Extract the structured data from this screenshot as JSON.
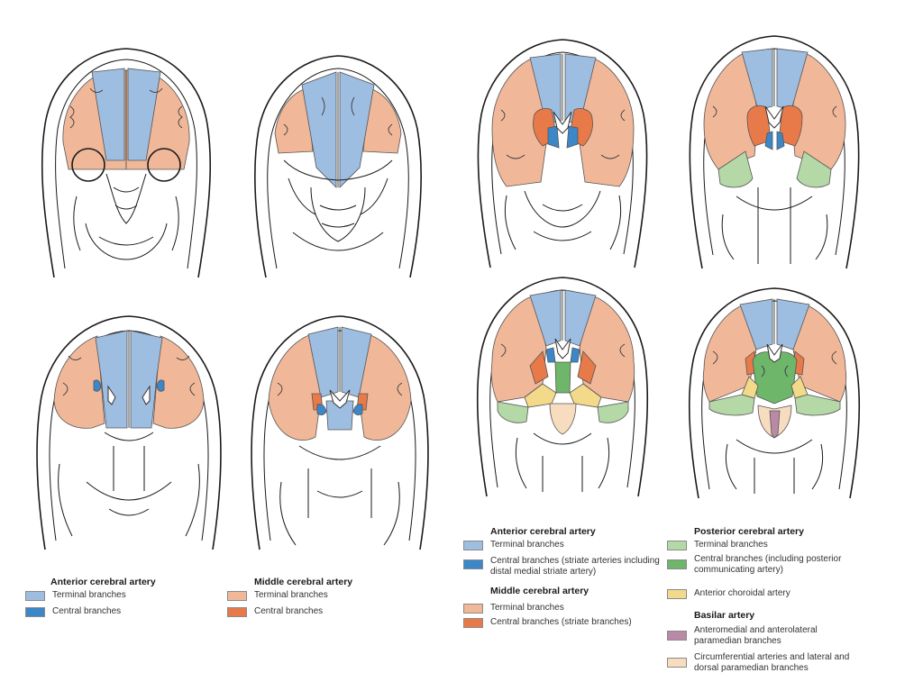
{
  "colors": {
    "aca_terminal": "#9dbde1",
    "aca_central": "#3b87c8",
    "mca_terminal": "#f0b899",
    "mca_central": "#e87a4a",
    "pca_terminal": "#b4d8a6",
    "pca_central": "#6db66a",
    "anterior_choroidal": "#f3d98a",
    "basilar_anteromedial": "#b98aa7",
    "basilar_circumferential": "#f8dcbf"
  },
  "legend_left": {
    "aca": {
      "title": "Anterior cerebral artery",
      "terminal": "Terminal branches",
      "central": "Central branches"
    },
    "mca": {
      "title": "Middle cerebral artery",
      "terminal": "Terminal branches",
      "central": "Central branches"
    }
  },
  "legend_right": {
    "aca": {
      "title": "Anterior cerebral artery",
      "terminal": "Terminal branches",
      "central": "Central branches (striate arteries including distal medial striate artery)"
    },
    "mca": {
      "title": "Middle cerebral artery",
      "terminal": "Terminal branches",
      "central": "Central branches (striate branches)"
    },
    "pca": {
      "title": "Posterior cerebral artery",
      "terminal": "Terminal branches",
      "central": "Central branches (including posterior communicating artery)",
      "choroidal": "Anterior choroidal artery"
    },
    "basilar": {
      "title": "Basilar artery",
      "anteromedial": "Anteromedial and anterolateral paramedian branches",
      "circumferential": "Circumferential arteries and lateral and dorsal paramedian branches"
    }
  }
}
